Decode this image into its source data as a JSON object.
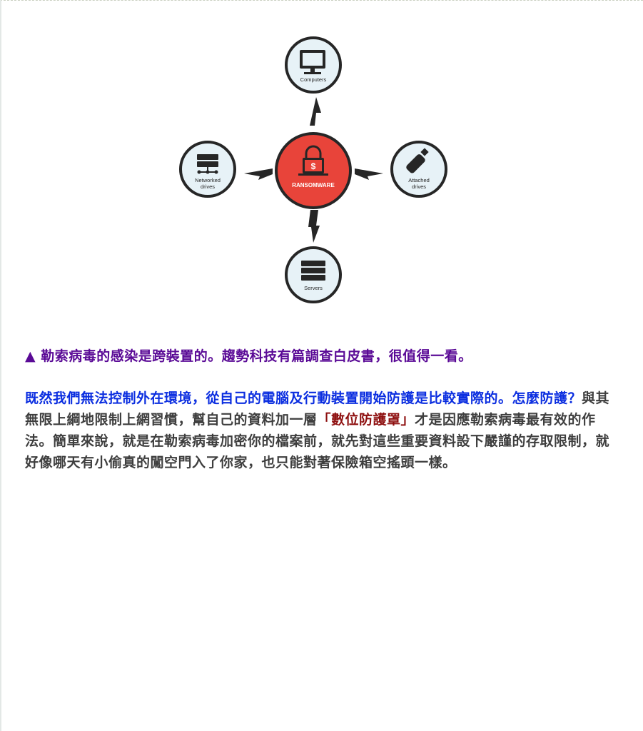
{
  "diagram": {
    "center": "RANSOMWARE",
    "nodes": {
      "top": "Computers",
      "left_line1": "Networked",
      "left_line2": "drives",
      "right_line1": "Attached",
      "right_line2": "drives",
      "bottom": "Servers"
    },
    "icon_symbol": "$",
    "colors": {
      "center": "#e8443a",
      "node_fill": "#e7f2f7",
      "stroke": "#262626"
    }
  },
  "caption": "▲ 勒索病毒的感染是跨裝置的。趨勢科技有篇調查白皮書，很值得一看。",
  "paragraph": {
    "blue": "既然我們無法控制外在環境，從自己的電腦及行動裝置開始防護是比較實際的。怎麼防護？",
    "mid": "與其無限上綱地限制上網習慣，幫自己的資料加一層",
    "highlight": "「數位防護罩」",
    "rest": "才是因應勒索病毒最有效的作法。簡單來說，就是在勒索病毒加密你的檔案前，就先對這些重要資料設下嚴謹的存取限制，就好像哪天有小偷真的闖空門入了你家，也只能對著保險箱空搖頭一樣。"
  }
}
